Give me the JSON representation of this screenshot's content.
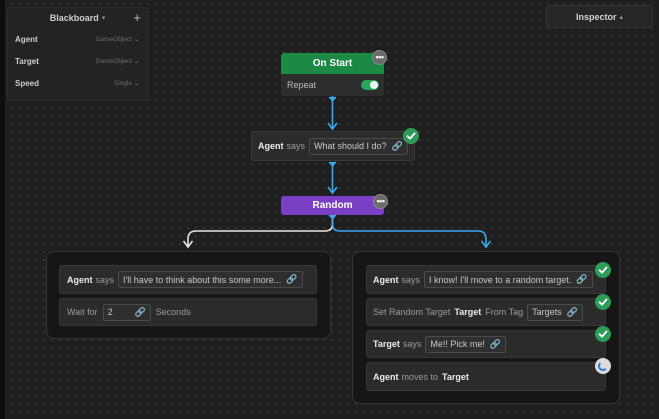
{
  "blackboard": {
    "title": "Blackboard",
    "caret": "▾",
    "add_label": "+",
    "rows": [
      {
        "name": "Agent",
        "type": "GameObject"
      },
      {
        "name": "Target",
        "type": "GameObject"
      },
      {
        "name": "Speed",
        "type": "Single"
      }
    ]
  },
  "inspector": {
    "label": "Inspector",
    "caret": "▴"
  },
  "on_start": {
    "title": "On Start",
    "repeat_label": "Repeat",
    "repeat_enabled": true,
    "more": "•••"
  },
  "agent_says_1": {
    "subject": "Agent",
    "verb": "says",
    "message": "What should I do?"
  },
  "random": {
    "title": "Random",
    "more": "•••"
  },
  "left_branch": {
    "says": {
      "subject": "Agent",
      "verb": "says",
      "message": "I'll have to think about this some more..."
    },
    "wait": {
      "prefix": "Wait for",
      "value": "2",
      "suffix": "Seconds"
    }
  },
  "right_branch": {
    "says": {
      "subject": "Agent",
      "verb": "says",
      "message": "I know! I'll move to a random target."
    },
    "set_target": {
      "prefix": "Set Random Target",
      "kw": "Target",
      "middle": "From Tag",
      "tag": "Targets"
    },
    "target_says": {
      "subject": "Target",
      "verb": "says",
      "message": "Me!! Pick me!"
    },
    "moves": {
      "subject": "Agent",
      "verb": "moves to",
      "target": "Target"
    }
  },
  "icons": {
    "link": "🔗",
    "check": "✓",
    "chevron": "⌄"
  },
  "colors": {
    "on_start": "#1c8a45",
    "random": "#7a3fc4",
    "wire_blue": "#3aa8f0",
    "wire_white": "#e6e6e6",
    "success": "#2e9c59",
    "running": "#2d77d8"
  }
}
